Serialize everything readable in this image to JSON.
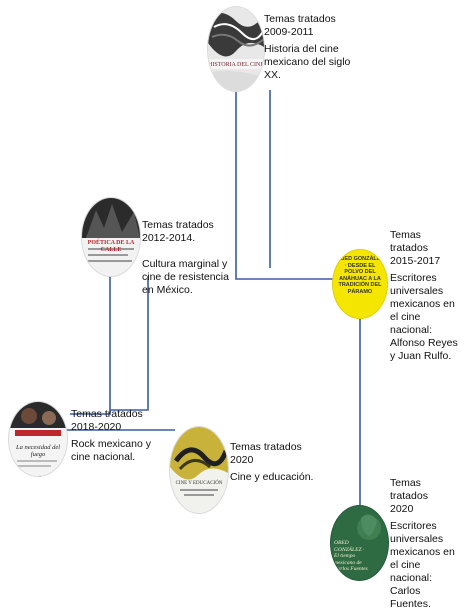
{
  "nodes": [
    {
      "id": "n2009",
      "heading": "Temas tratados",
      "years": "2009-2011",
      "topic": "Historia del cine mexicano del siglo XX.",
      "cover_text": "HISTORIA DEL CINE",
      "cover_color": "#cfcfcf"
    },
    {
      "id": "n2012",
      "heading": "Temas tratados",
      "years": "2012-2014.",
      "topic": "Cultura marginal y cine de resistencia en México.",
      "cover_text": "POÉTICA DE LA CALLE",
      "cover_color": "#b3262e"
    },
    {
      "id": "n2015",
      "heading": "Temas tratados",
      "years": "2015-2017",
      "topic": "Escritores universales mexicanos en el cine nacional: Alfonso Reyes y Juan Rulfo.",
      "cover_text": "OBED GONZÁLEZ · DESDE EL POLVO DEL ANÁHUAC A LA TRADICIÓN DEL PÁRAMO",
      "cover_color": "#f4e600"
    },
    {
      "id": "n2018",
      "heading": "Temas tratados",
      "years": "2018-2020",
      "topic": "Rock mexicano y cine nacional.",
      "cover_text": "La necesidad del fuego",
      "cover_color": "#c0272d"
    },
    {
      "id": "n2020a",
      "heading": "Temas tratados",
      "years": "2020",
      "topic": "Cine y educación.",
      "cover_text": "CINE Y EDUCACIÓN",
      "cover_color": "#c9b23a"
    },
    {
      "id": "n2020b",
      "heading": "Temas tratados",
      "years": "2020",
      "topic": "Escritores universales mexicanos en el cine nacional: Carlos Fuentes.",
      "cover_text": "OBED GONZÁLEZ · El tiempo mexicano de Carlos Fuentes",
      "cover_color": "#2e6b42"
    }
  ],
  "connector_color": "#3b5ba5"
}
